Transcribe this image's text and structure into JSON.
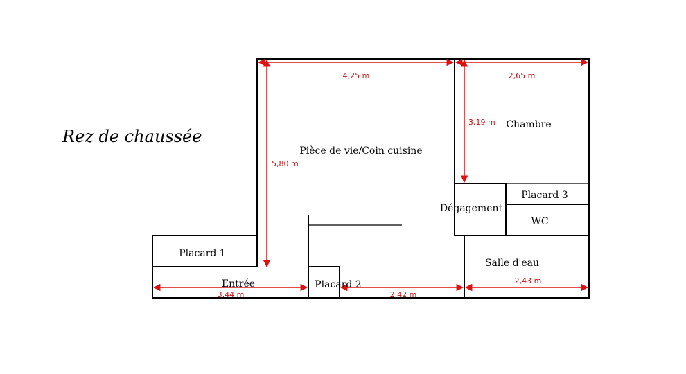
{
  "title": "Rez de chaussée",
  "rooms": {
    "living": "Pièce de vie/Coin cuisine",
    "bedroom": "Chambre",
    "closet3": "Placard 3",
    "hallway": "Dégagement",
    "wc": "WC",
    "bathroom": "Salle d'eau",
    "closet1": "Placard 1",
    "entrance": "Entrée",
    "closet2": "Placard 2"
  },
  "dimensions": {
    "living_width": "4,25 m",
    "bedroom_width": "2,65 m",
    "bedroom_depth": "3,19 m",
    "living_depth": "5,80 m",
    "entrance_width": "3.44 m",
    "living_bottom": "2,42 m",
    "bathroom_width": "2,43 m"
  },
  "colors": {
    "walls": "#000000",
    "dimension_lines": "#e01010",
    "dimension_text": "#cc1111"
  }
}
